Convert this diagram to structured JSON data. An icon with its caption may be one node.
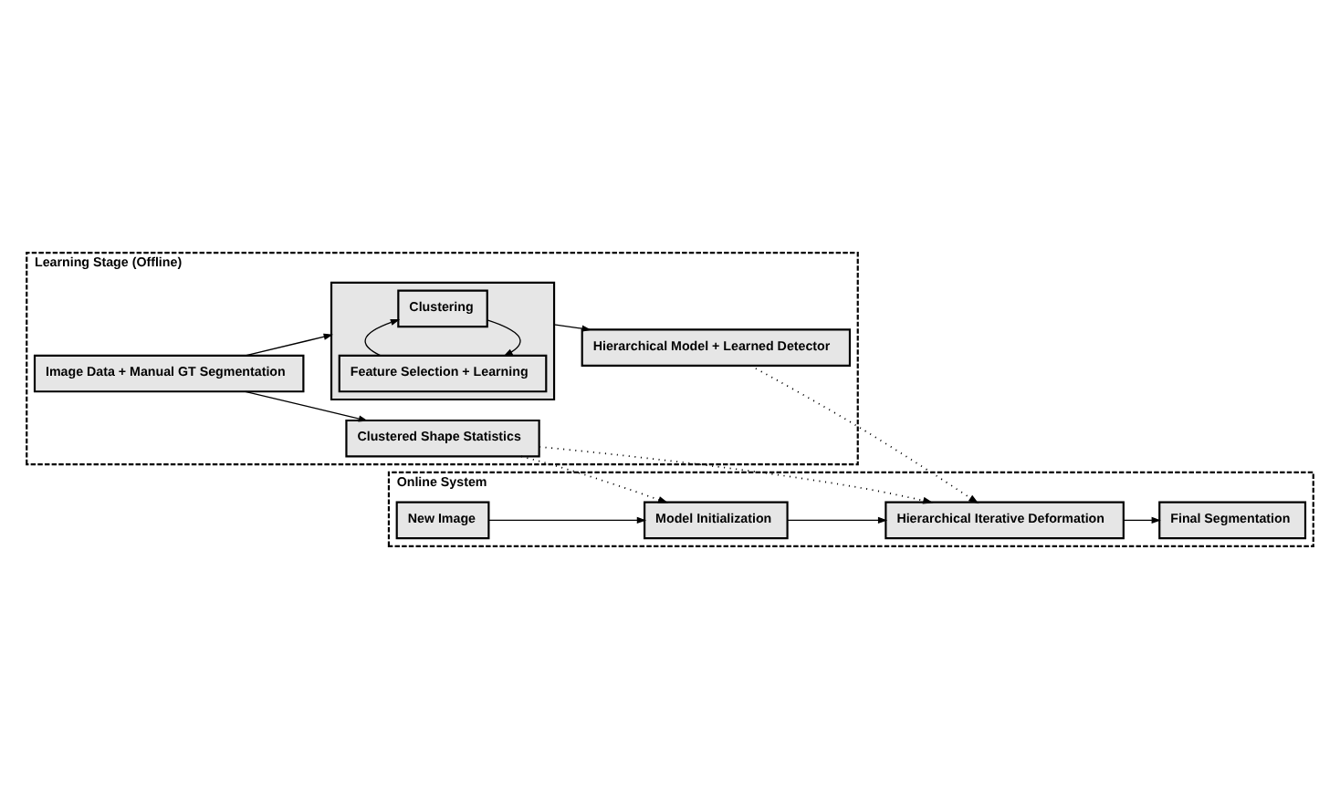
{
  "diagram": {
    "nodes": [
      {
        "text": [
          "Learning Stage (Offline)"
        ]
      },
      {
        "text": [
          "Image Data + Manual GT Segmentation"
        ],
        "in": 0
      },
      {
        "text": [],
        "shape": "box",
        "in": 0
      },
      {
        "text": [
          "Clustering"
        ],
        "in": 2
      },
      {
        "text": [
          "Feature Selection + Learning"
        ],
        "in": 2
      },
      {
        "text": [
          "Hierarchical Model + Learned Detector"
        ],
        "in": 0
      },
      {
        "text": [
          "Clustered Shape Statistics"
        ],
        "in": 0
      },
      {
        "text": [
          "Online System"
        ]
      },
      {
        "text": [
          "New Image"
        ],
        "in": 7
      },
      {
        "text": [
          "Model Initialization"
        ],
        "in": 7
      },
      {
        "text": [
          "Hierarchical Iterative Deformation"
        ],
        "in": 7
      },
      {
        "text": [
          "Final Segmentation"
        ],
        "in": 7
      }
    ],
    "edges": [
      {
        "from": 1,
        "to": 2,
        "arrow": "to"
      },
      {
        "from": 2,
        "to": 5,
        "arrow": "to"
      },
      {
        "from": 3,
        "to": 4,
        "arrow": "to"
      },
      {
        "from": 4,
        "to": 3,
        "arrow": "to"
      },
      {
        "from": 1,
        "to": 6,
        "arrow": "to"
      },
      {
        "from": 6,
        "to": 9,
        "arrow": "to",
        "style": "dashed"
      },
      {
        "from": 6,
        "to": 10,
        "arrow": "to",
        "style": "dashed"
      },
      {
        "from": 5,
        "to": 10,
        "arrow": "to",
        "style": "dashed"
      },
      {
        "from": 8,
        "to": 9,
        "arrow": "to"
      },
      {
        "from": 9,
        "to": 10,
        "arrow": "to"
      },
      {
        "from": 10,
        "to": 11,
        "arrow": "to"
      }
    ]
  }
}
